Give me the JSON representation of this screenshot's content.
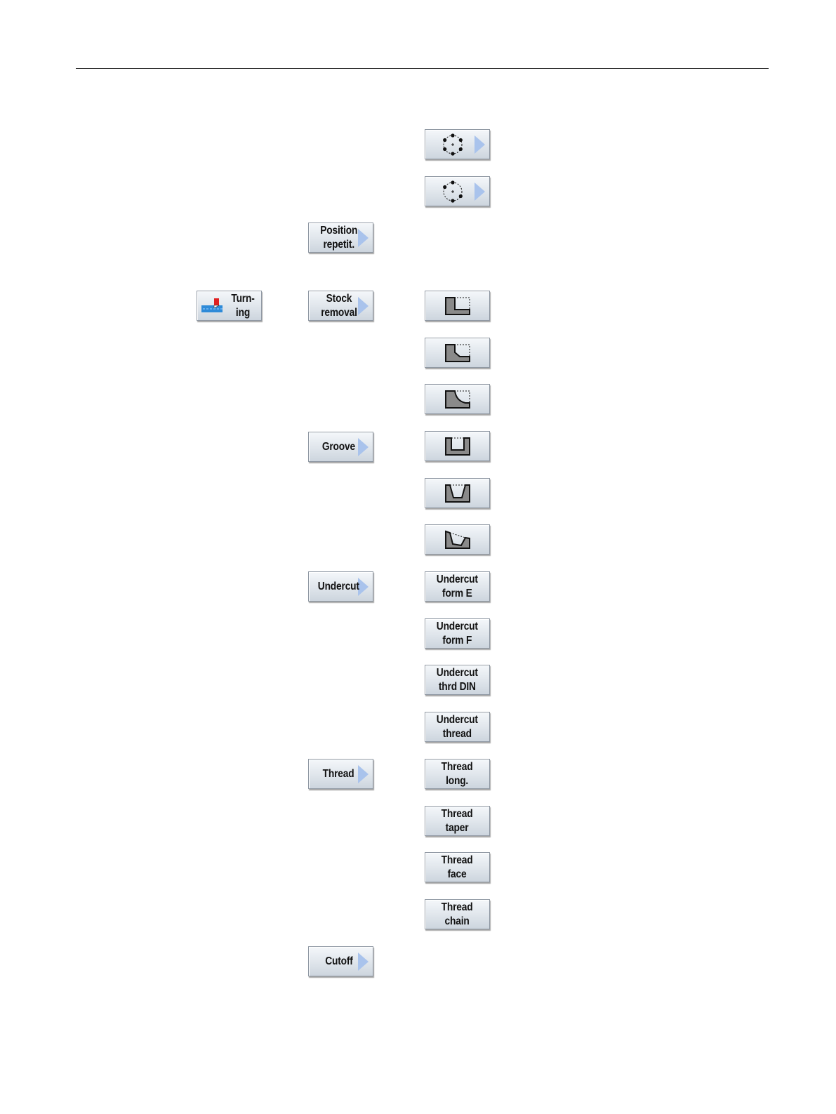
{
  "menu": {
    "level1": [
      {
        "label": "Turn-\ning",
        "icon": "turning-tool-icon"
      }
    ],
    "level2": [
      {
        "label": "Position\nrepetit."
      },
      {
        "label": "Stock\nremoval"
      },
      {
        "label": "Groove"
      },
      {
        "label": "Undercut"
      },
      {
        "label": "Thread"
      },
      {
        "label": "Cutoff"
      }
    ],
    "level3": {
      "position_patterns": [
        {
          "icon": "full-circle-pattern-icon"
        },
        {
          "icon": "pitch-circle-pattern-icon"
        }
      ],
      "stock_removal": [
        {
          "icon": "rectangular-stock-removal-icon"
        },
        {
          "icon": "stock-removal-chamfer-icon"
        },
        {
          "icon": "stock-removal-radius-icon"
        }
      ],
      "groove": [
        {
          "icon": "rectangular-groove-icon"
        },
        {
          "icon": "groove-tapered-icon"
        },
        {
          "icon": "groove-inclined-icon"
        }
      ],
      "undercut": [
        {
          "label": "Undercut\nform E"
        },
        {
          "label": "Undercut\nform F"
        },
        {
          "label": "Undercut\nthrd DIN"
        },
        {
          "label": "Undercut\nthread"
        }
      ],
      "thread": [
        {
          "label": "Thread\nlong."
        },
        {
          "label": "Thread\ntaper"
        },
        {
          "label": "Thread\nface"
        },
        {
          "label": "Thread\nchain"
        }
      ]
    }
  },
  "colors": {
    "softkey_border": "#8f98a3",
    "arrow": "#a9c3ec",
    "tool_blue": "#2e8ad8",
    "tool_red": "#e02020",
    "workpiece_gray": "#8a8a8a"
  }
}
